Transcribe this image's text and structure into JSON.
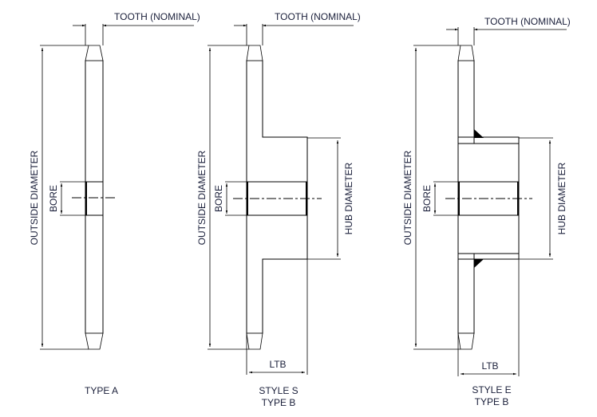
{
  "diagram": {
    "background": "#ffffff",
    "line_color": "#000000",
    "text_color": "#1a1f3a",
    "views": [
      {
        "id": "type-a",
        "caption_lines": [
          "TYPE A"
        ],
        "labels": {
          "tooth": "TOOTH (NOMINAL)",
          "outside_diameter": "OUTSIDE DIAMETER",
          "bore": "BORE"
        }
      },
      {
        "id": "style-s-type-b",
        "caption_lines": [
          "STYLE S",
          "TYPE B"
        ],
        "labels": {
          "tooth": "TOOTH (NOMINAL)",
          "outside_diameter": "OUTSIDE DIAMETER",
          "bore": "BORE",
          "hub_diameter": "HUB DIAMETER",
          "ltb": "LTB"
        }
      },
      {
        "id": "style-e-type-b",
        "caption_lines": [
          "STYLE E",
          "TYPE B"
        ],
        "labels": {
          "tooth": "TOOTH (NOMINAL)",
          "outside_diameter": "OUTSIDE DIAMETER",
          "bore": "BORE",
          "hub_diameter": "HUB DIAMETER",
          "ltb": "LTB"
        },
        "welded_hub": true
      }
    ]
  }
}
